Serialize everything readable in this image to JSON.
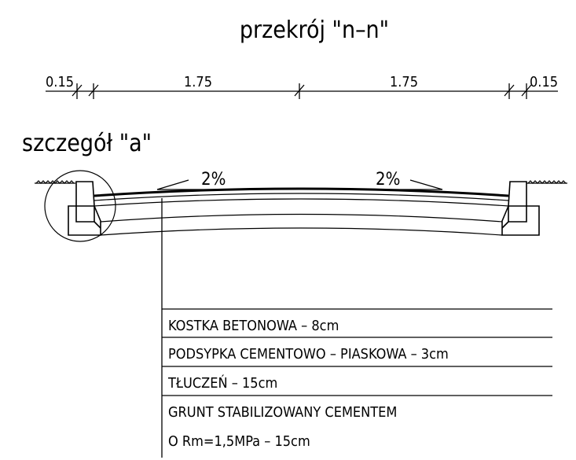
{
  "title": "przekrój \"n–n\"",
  "detail_label": "szczegół \"a\"",
  "dimensions": {
    "left_edge": "0.15",
    "left_half": "1.75",
    "right_half": "1.75",
    "right_edge": "0.15"
  },
  "slopes": {
    "left": "2%",
    "right": "2%"
  },
  "layers": [
    "KOSTKA BETONOWA – 8cm",
    "PODSYPKA CEMENTOWO – PIASKOWA – 3cm",
    "TŁUCZEŃ – 15cm",
    "GRUNT STABILIZOWANY CEMENTEM",
    "O Rm=1,5MPa – 15cm"
  ]
}
